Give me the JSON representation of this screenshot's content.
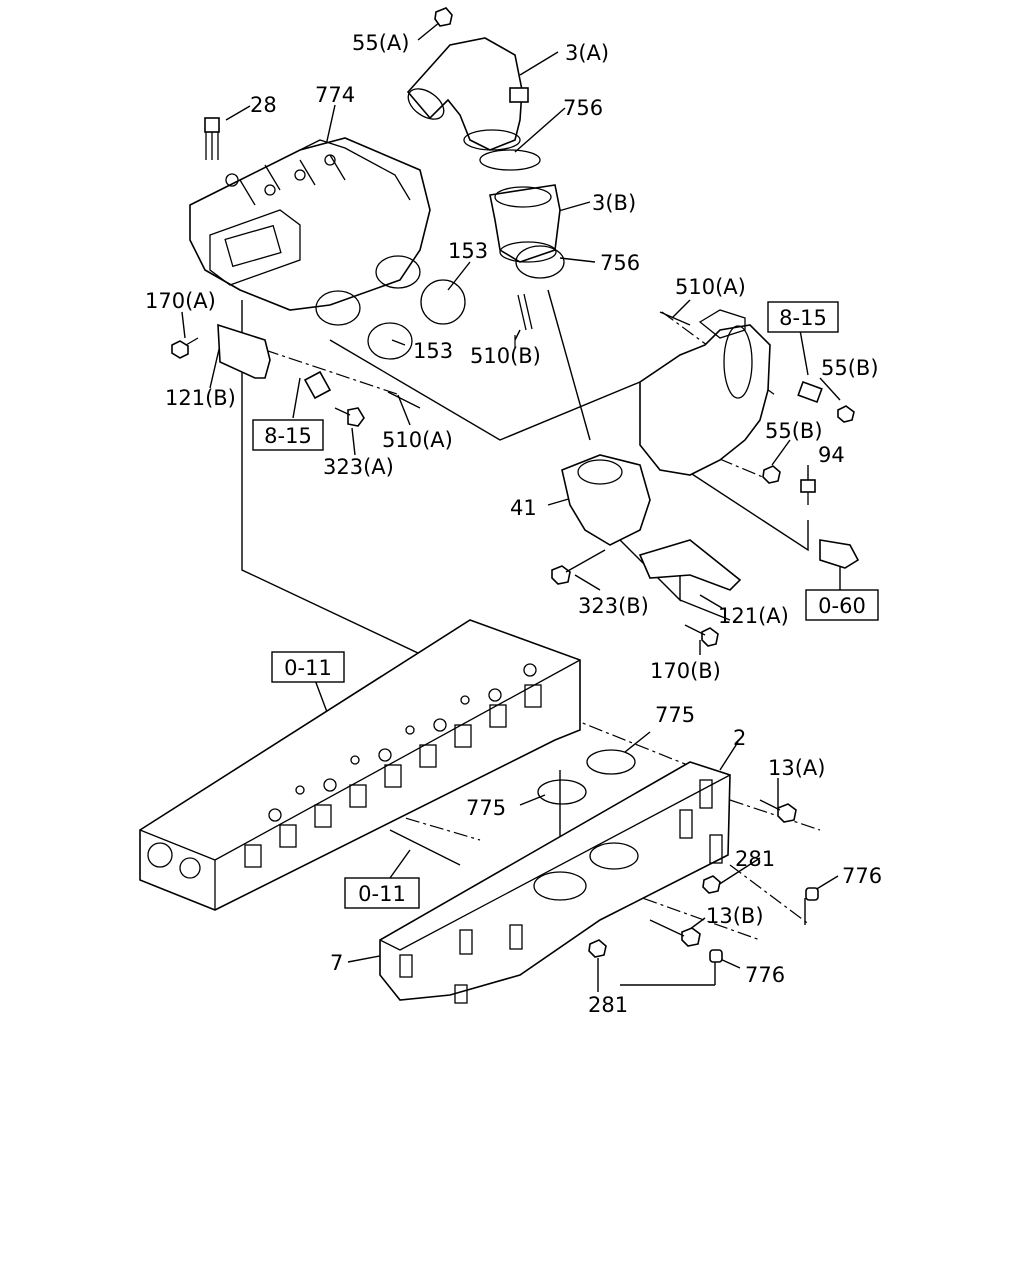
{
  "labels": {
    "l55A": "55(A)",
    "l3A": "3(A)",
    "l756a": "756",
    "l3B": "3(B)",
    "l756b": "756",
    "l28": "28",
    "l774": "774",
    "l153a": "153",
    "l153b": "153",
    "l510Ba": "510(B)",
    "l170A": "170(A)",
    "l121B": "121(B)",
    "l510Aa": "510(A)",
    "l510Ab": "510(A)",
    "l323A": "323(A)",
    "l55Ba": "55(B)",
    "l55Bb": "55(B)",
    "l94": "94",
    "l41": "41",
    "l323B": "323(B)",
    "l121A": "121(A)",
    "l170B": "170(B)",
    "l775a": "775",
    "l775b": "775",
    "l2": "2",
    "l13A": "13(A)",
    "l281a": "281",
    "l281b": "281",
    "l776a": "776",
    "l776b": "776",
    "l13B": "13(B)",
    "l7": "7"
  },
  "refs": {
    "ref815a": "8-15",
    "ref815b": "8-15",
    "ref060": "0-60",
    "ref011a": "0-11",
    "ref011b": "0-11"
  }
}
